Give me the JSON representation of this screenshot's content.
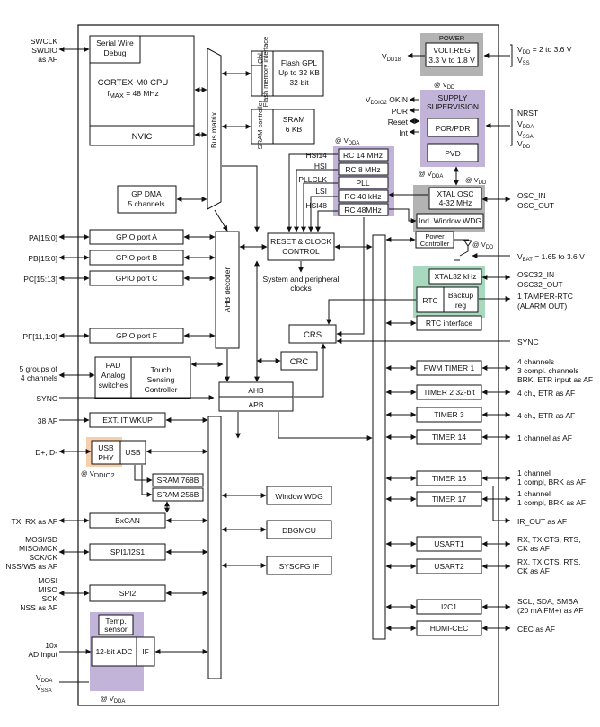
{
  "colors": {
    "power_gray": "#b3b3b3",
    "purple": "#c2b4d9",
    "green": "#a8d9bf",
    "orange": "#f7cfaa",
    "grid_gray": "#bdbdbd"
  },
  "left_signals": {
    "swclk": "SWCLK",
    "swdio": "SWDIO",
    "as_af": "as AF",
    "pa": "PA[15:0]",
    "pb": "PB[15:0]",
    "pc": "PC[15:13]",
    "pf": "PF[11,1:0]",
    "tsc_line1": "5 groups of",
    "tsc_line2": "4 channels",
    "sync": "SYNC",
    "exti_af": "38 AF",
    "dpdm": "D+, D-",
    "can": "TX, RX as AF",
    "spi1_l1": "MOSI/SD",
    "spi1_l2": "MISO/MCK",
    "spi1_l3": "SCK/CK",
    "spi1_l4": "NSS/WS as AF",
    "spi2_l1": "MOSI",
    "spi2_l2": "MISO",
    "spi2_l3": "SCK",
    "spi2_l4": "NSS as AF",
    "adc_l1": "10x",
    "adc_l2": "AD input",
    "vdda": "V",
    "vdda_sub": "DDA",
    "vssa": "V",
    "vssa_sub": "SSA"
  },
  "blocks": {
    "swd_l1": "Serial Wire",
    "swd_l2": "Debug",
    "cpu_l1": "CORTEX-M0 CPU",
    "fmax_pre": "f",
    "fmax_sub": "MAX",
    "fmax_post": " = 48 MHz",
    "nvic": "NVIC",
    "bus_matrix": "Bus matrix",
    "obl": "Obl",
    "flash_if": "Flash memory interface",
    "flash_l1": "Flash GPL",
    "flash_l2": "Up to 32 KB",
    "flash_l3": "32-bit",
    "sram_ctrl": "SRAM controller",
    "sram_l1": "SRAM",
    "sram_l2": "6 KB",
    "dma_l1": "GP DMA",
    "dma_l2": "5 channels",
    "gpioa": "GPIO port A",
    "gpiob": "GPIO port B",
    "gpioc": "GPIO port C",
    "gpiof": "GPIO port F",
    "ahb_decoder": "AHB decoder",
    "pad_l1": "PAD",
    "pad_l2": "Analog",
    "pad_l3": "switches",
    "tsc_l1": "Touch",
    "tsc_l2": "Sensing",
    "tsc_l3": "Controller",
    "ahb": "AHB",
    "apb": "APB",
    "exti": "EXT. IT  WKUP",
    "usbphy_l1": "USB",
    "usbphy_l2": "PHY",
    "usb": "USB",
    "sram768": "SRAM 768B",
    "sram256": "SRAM 256B",
    "bxcan": "BxCAN",
    "spi1": "SPI1/I2S1",
    "spi2": "SPI2",
    "temp_l1": "Temp.",
    "temp_l2": "sensor",
    "adc": "12-bit ADC",
    "adc_if": "IF",
    "rcc_l1": "RESET & CLOCK",
    "rcc_l2": "CONTROL",
    "sys_clocks_l1": "System and peripheral",
    "sys_clocks_l2": "clocks",
    "hsi14": "HSI14",
    "hsi": "HSI",
    "pllclk": "PLLCLK",
    "lsi": "LSI",
    "hsi48": "HSI48",
    "rc14": "RC 14 MHz",
    "rc8": "RC 8 MHz",
    "pll": "PLL",
    "rc40": "RC 40 kHz",
    "rc48": "RC 48MHz",
    "crs": "CRS",
    "crc": "CRC",
    "wwdg": "Window WDG",
    "dbgmcu": "DBGMCU",
    "syscfg": "SYSCFG IF",
    "power_title": "POWER",
    "voltreg_l1": "VOLT.REG",
    "voltreg_l2": "3.3 V to 1.8 V",
    "supply_l1": "SUPPLY",
    "supply_l2": "SUPERVISION",
    "por_pdr": "POR/PDR",
    "pvd": "PVD",
    "xtal_l1": "XTAL OSC",
    "xtal_l2": "4-32 MHz",
    "iwdg": "Ind. Window WDG",
    "pwr_l1": "Power",
    "pwr_l2": "Controller",
    "xtal32": "XTAL32 kHz",
    "rtc": "RTC",
    "backup_l1": "Backup",
    "backup_l2": "reg",
    "rtc_if": "RTC interface",
    "tim1": "PWM TIMER 1",
    "tim2": "TIMER 2 32-bit",
    "tim3": "TIMER 3",
    "tim14": "TIMER 14",
    "tim16": "TIMER 16",
    "tim17": "TIMER 17",
    "usart1": "USART1",
    "usart2": "USART2",
    "i2c1": "I2C1",
    "cec": "HDMI-CEC"
  },
  "right_signals": {
    "vdd_range_pre": "V",
    "vdd_range_sub": "DD",
    "vdd_range_post": " = 2 to 3.6 V",
    "vss": "V",
    "vss_sub": "SS",
    "vdd18": "V",
    "vdd18_sub": "DD18",
    "okin_pre": "V",
    "okin_sub": "DDIO2",
    "okin_post": " OKIN",
    "por": "POR",
    "reset": "Reset",
    "int": "Int",
    "nrst": "NRST",
    "vdda": "V",
    "vdda_sub": "DDA",
    "vssa": "V",
    "vssa_sub": "SSA",
    "vdd": "V",
    "vdd_sub": "DD",
    "osc_in": "OSC_IN",
    "osc_out": "OSC_OUT",
    "vbat_pre": "V",
    "vbat_sub": "BAT",
    "vbat_post": " = 1.65 to 3.6 V",
    "osc32_in": "OSC32_IN",
    "osc32_out": "OSC32_OUT",
    "tamper_l1": "1 TAMPER-RTC",
    "tamper_l2": "(ALARM OUT)",
    "sync": "SYNC",
    "tim1_l1": "4 channels",
    "tim1_l2": "3 compl. channels",
    "tim1_l3": "BRK, ETR input as AF",
    "tim2": "4 ch., ETR as AF",
    "tim3": "4 ch., ETR as AF",
    "tim14": "1 channel as AF",
    "tim16_l1": "1 channel",
    "tim16_l2": "1 compl, BRK as AF",
    "tim17_l1": "1 channel",
    "tim17_l2": "1 compl, BRK as AF",
    "ir_out": "IR_OUT as AF",
    "usart1_l1": "RX, TX,CTS, RTS,",
    "usart1_l2": "CK as AF",
    "usart2_l1": "RX, TX,CTS, RTS,",
    "usart2_l2": "CK as AF",
    "i2c_l1": "SCL, SDA, SMBA",
    "i2c_l2": "(20 mA FM+) as AF",
    "cec": "CEC as AF"
  },
  "at_labels": {
    "at": "@ V",
    "vdda": "DDA",
    "vdd": "DD",
    "vddio2": "DDIO2"
  }
}
